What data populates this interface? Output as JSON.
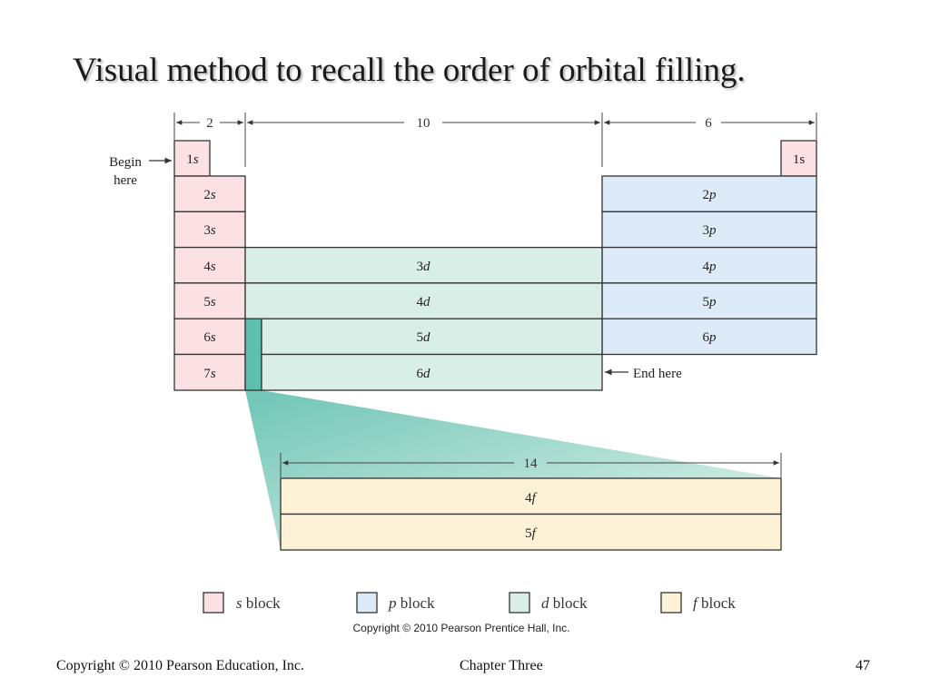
{
  "title": "Visual method to recall the order of orbital filling.",
  "dimensions": {
    "s_width": "2",
    "d_width": "10",
    "p_width": "6",
    "f_width": "14"
  },
  "annotations": {
    "begin_line1": "Begin",
    "begin_line2": "here",
    "end": "End here"
  },
  "s_block": {
    "cells": [
      {
        "n": "1",
        "l": "s"
      },
      {
        "n": "2",
        "l": "s"
      },
      {
        "n": "3",
        "l": "s"
      },
      {
        "n": "4",
        "l": "s"
      },
      {
        "n": "5",
        "l": "s"
      },
      {
        "n": "6",
        "l": "s"
      },
      {
        "n": "7",
        "l": "s"
      }
    ]
  },
  "he_cell": {
    "label": "1s"
  },
  "p_block": {
    "cells": [
      {
        "n": "2",
        "l": "p"
      },
      {
        "n": "3",
        "l": "p"
      },
      {
        "n": "4",
        "l": "p"
      },
      {
        "n": "5",
        "l": "p"
      },
      {
        "n": "6",
        "l": "p"
      }
    ]
  },
  "d_block": {
    "cells": [
      {
        "n": "3",
        "l": "d"
      },
      {
        "n": "4",
        "l": "d"
      },
      {
        "n": "5",
        "l": "d"
      },
      {
        "n": "6",
        "l": "d"
      }
    ]
  },
  "f_block": {
    "cells": [
      {
        "n": "4",
        "l": "f"
      },
      {
        "n": "5",
        "l": "f"
      }
    ]
  },
  "legend": [
    {
      "letter": "s",
      "word": "block",
      "color": "#fbe1e4"
    },
    {
      "letter": "p",
      "word": "block",
      "color": "#dcebf7"
    },
    {
      "letter": "d",
      "word": "block",
      "color": "#d8eee7"
    },
    {
      "letter": "f",
      "word": "block",
      "color": "#fdf1d6"
    }
  ],
  "image_copyright": "Copyright © 2010 Pearson Prentice Hall, Inc.",
  "footer": {
    "left": "Copyright © 2010 Pearson Education, Inc.",
    "center": "Chapter Three",
    "page": "47"
  },
  "colors": {
    "s": "#fbe1e4",
    "p": "#dcebf7",
    "d": "#d8eee7",
    "f": "#fdf1d6",
    "accent_teal": "#5fbfae",
    "border": "#333333"
  }
}
